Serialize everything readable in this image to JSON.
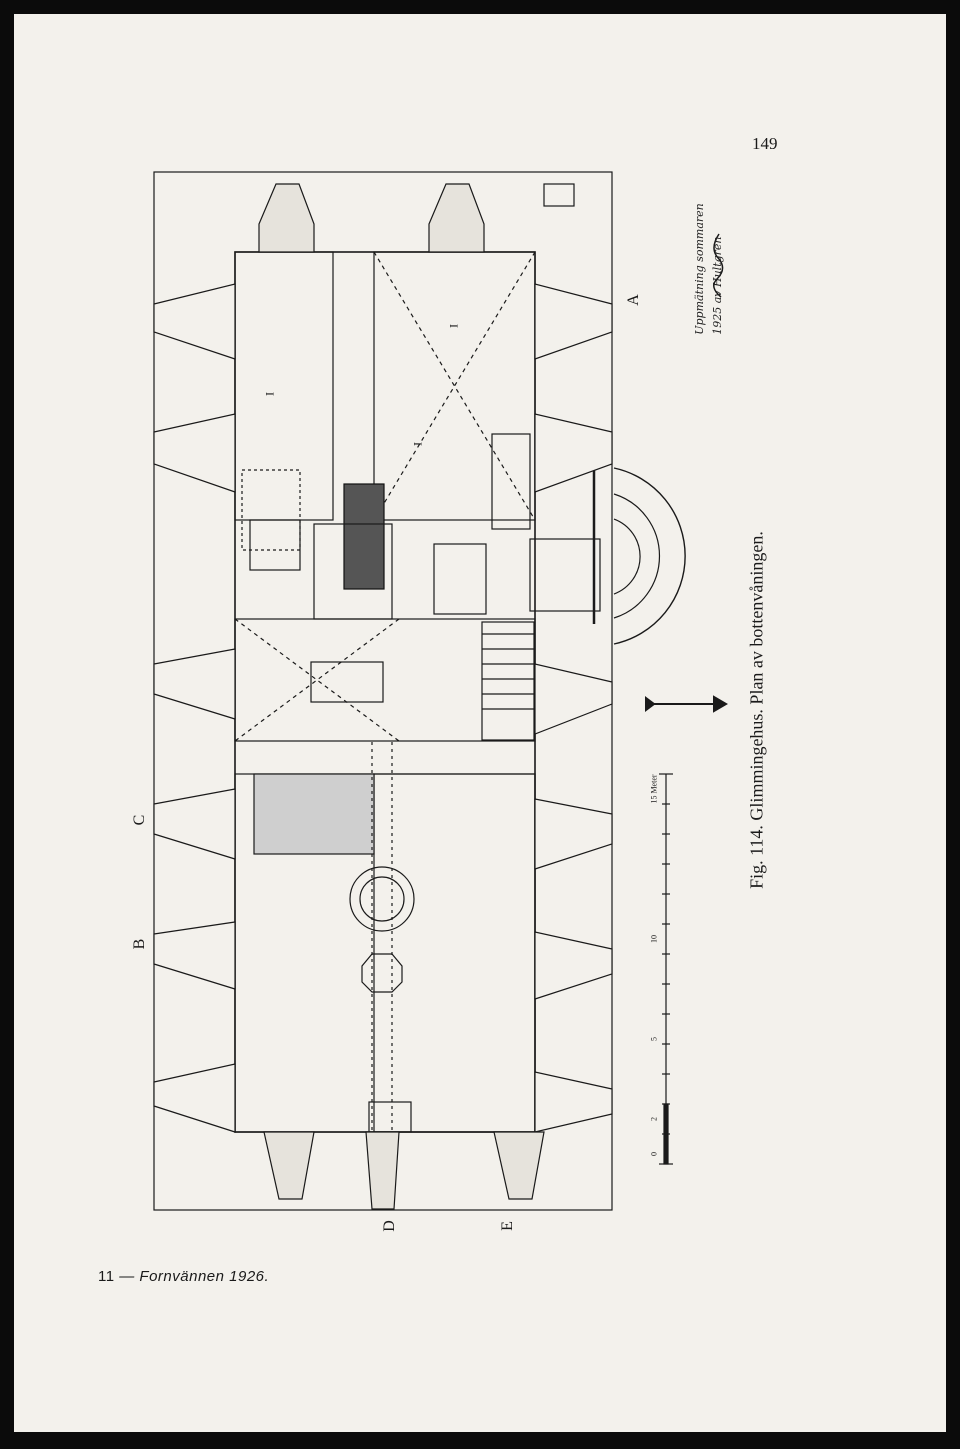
{
  "page": {
    "page_number": "149",
    "caption": "Fig. 114. Glimmingehus. Plan av bottenvåningen.",
    "footer": {
      "number": "11",
      "dash": " — ",
      "journal": "Fornvännen 1926."
    },
    "survey_note": {
      "line1": "Uppmätning sommaren",
      "line2": "1925 av Hultgren"
    },
    "section_labels": {
      "a": "A",
      "b": "B",
      "c": "C",
      "d": "D",
      "e": "E"
    },
    "room_marks": [
      "I",
      "I",
      "I"
    ],
    "scale_bar": {
      "ticks": [
        "0",
        "2",
        "5",
        "10",
        "15 Meter"
      ]
    },
    "north_arrow": "north-arrow-icon"
  }
}
